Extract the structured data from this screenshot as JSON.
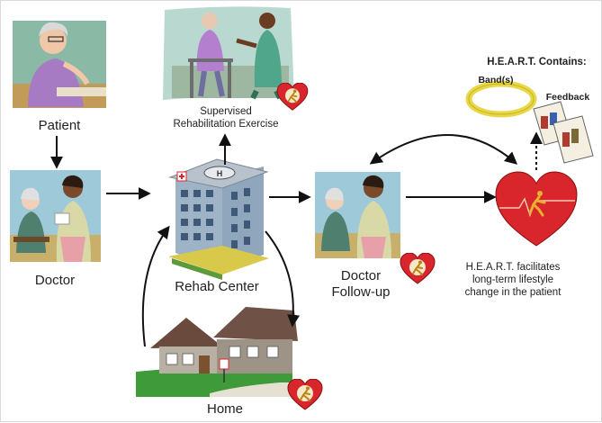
{
  "nodes": {
    "patient": "Patient",
    "doctor": "Doctor",
    "rehab_center": "Rehab Center",
    "supervised": "Supervised\nRehabilitation Exercise",
    "home": "Home",
    "doctor_followup": "Doctor\nFollow-up",
    "heart_facilitates": "H.E.A.R.T. facilitates\nlong-term lifestyle\nchange in the patient"
  },
  "heart_contains": {
    "title": "H.E.A.R.T. Contains:",
    "band": "Band(s)",
    "feedback": "Feedback"
  },
  "colors": {
    "heart_red": "#d8262c",
    "arrow": "#111111",
    "building_blue": "#6d8fb2",
    "grass": "#3f9a3a"
  },
  "icons": [
    "patient-clipart",
    "doctor-clipart",
    "hospital-building-icon",
    "house-icon",
    "heart-logo-icon",
    "band-icon",
    "feedback-document-icon"
  ]
}
